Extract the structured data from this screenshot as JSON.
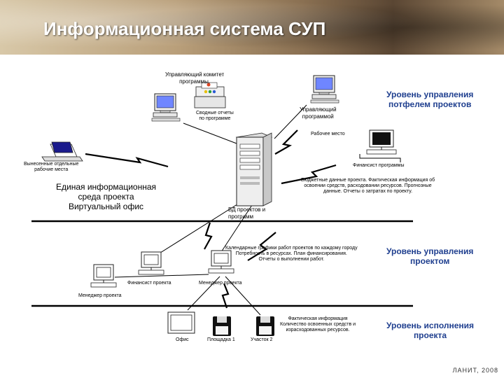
{
  "title": "Информационная система СУП",
  "labels": {
    "committee": "Управляющий комитет\nпрограммы.",
    "summary_reports": "Сводные отчеты\nпо программе",
    "program_manager": "Управляющий\nпрограммой",
    "workplace": "Рабочее место",
    "remote_workplaces": "Вынесенные отдельные\nрабочие места",
    "program_financier": "Финансист программы",
    "budget_data": "Бюджетные данные проекта. Фактическая информация об\nосвоении средств, расходовании ресурсов. Прогнозные\nданные. Отчеты о затратах по проекту.",
    "project_db": "БД проектов и\nпрограмм",
    "calendar": "Календарные графики работ проектов по каждому городу\nПотребность в ресурсах. План финансирования.\nОтчеты о выполнении работ.",
    "project_financier": "Финансист проекта",
    "manager_project_left": "Менеджер проекта",
    "manager_project_mid": "Менеджер проекта",
    "factual_info": "Фактическая информация\nКоличество освоенных средств и\nизрасходованных ресурсов.",
    "office": "Офис",
    "subcontractor": "Площадка 1",
    "site2": "Участок 2"
  },
  "environment": "Единая информационная\nсреда проекта\nВиртуальный офис",
  "levels": {
    "portfolio": "Уровень управления\nпотфелем проектов",
    "project": "Уровень управления\nпроектом",
    "execution": "Уровень исполнения\nпроекта"
  },
  "footer": "ЛАНИТ, 2008",
  "colors": {
    "level_text": "#1f3f8f",
    "monitor_screen": "#6f86ff"
  }
}
